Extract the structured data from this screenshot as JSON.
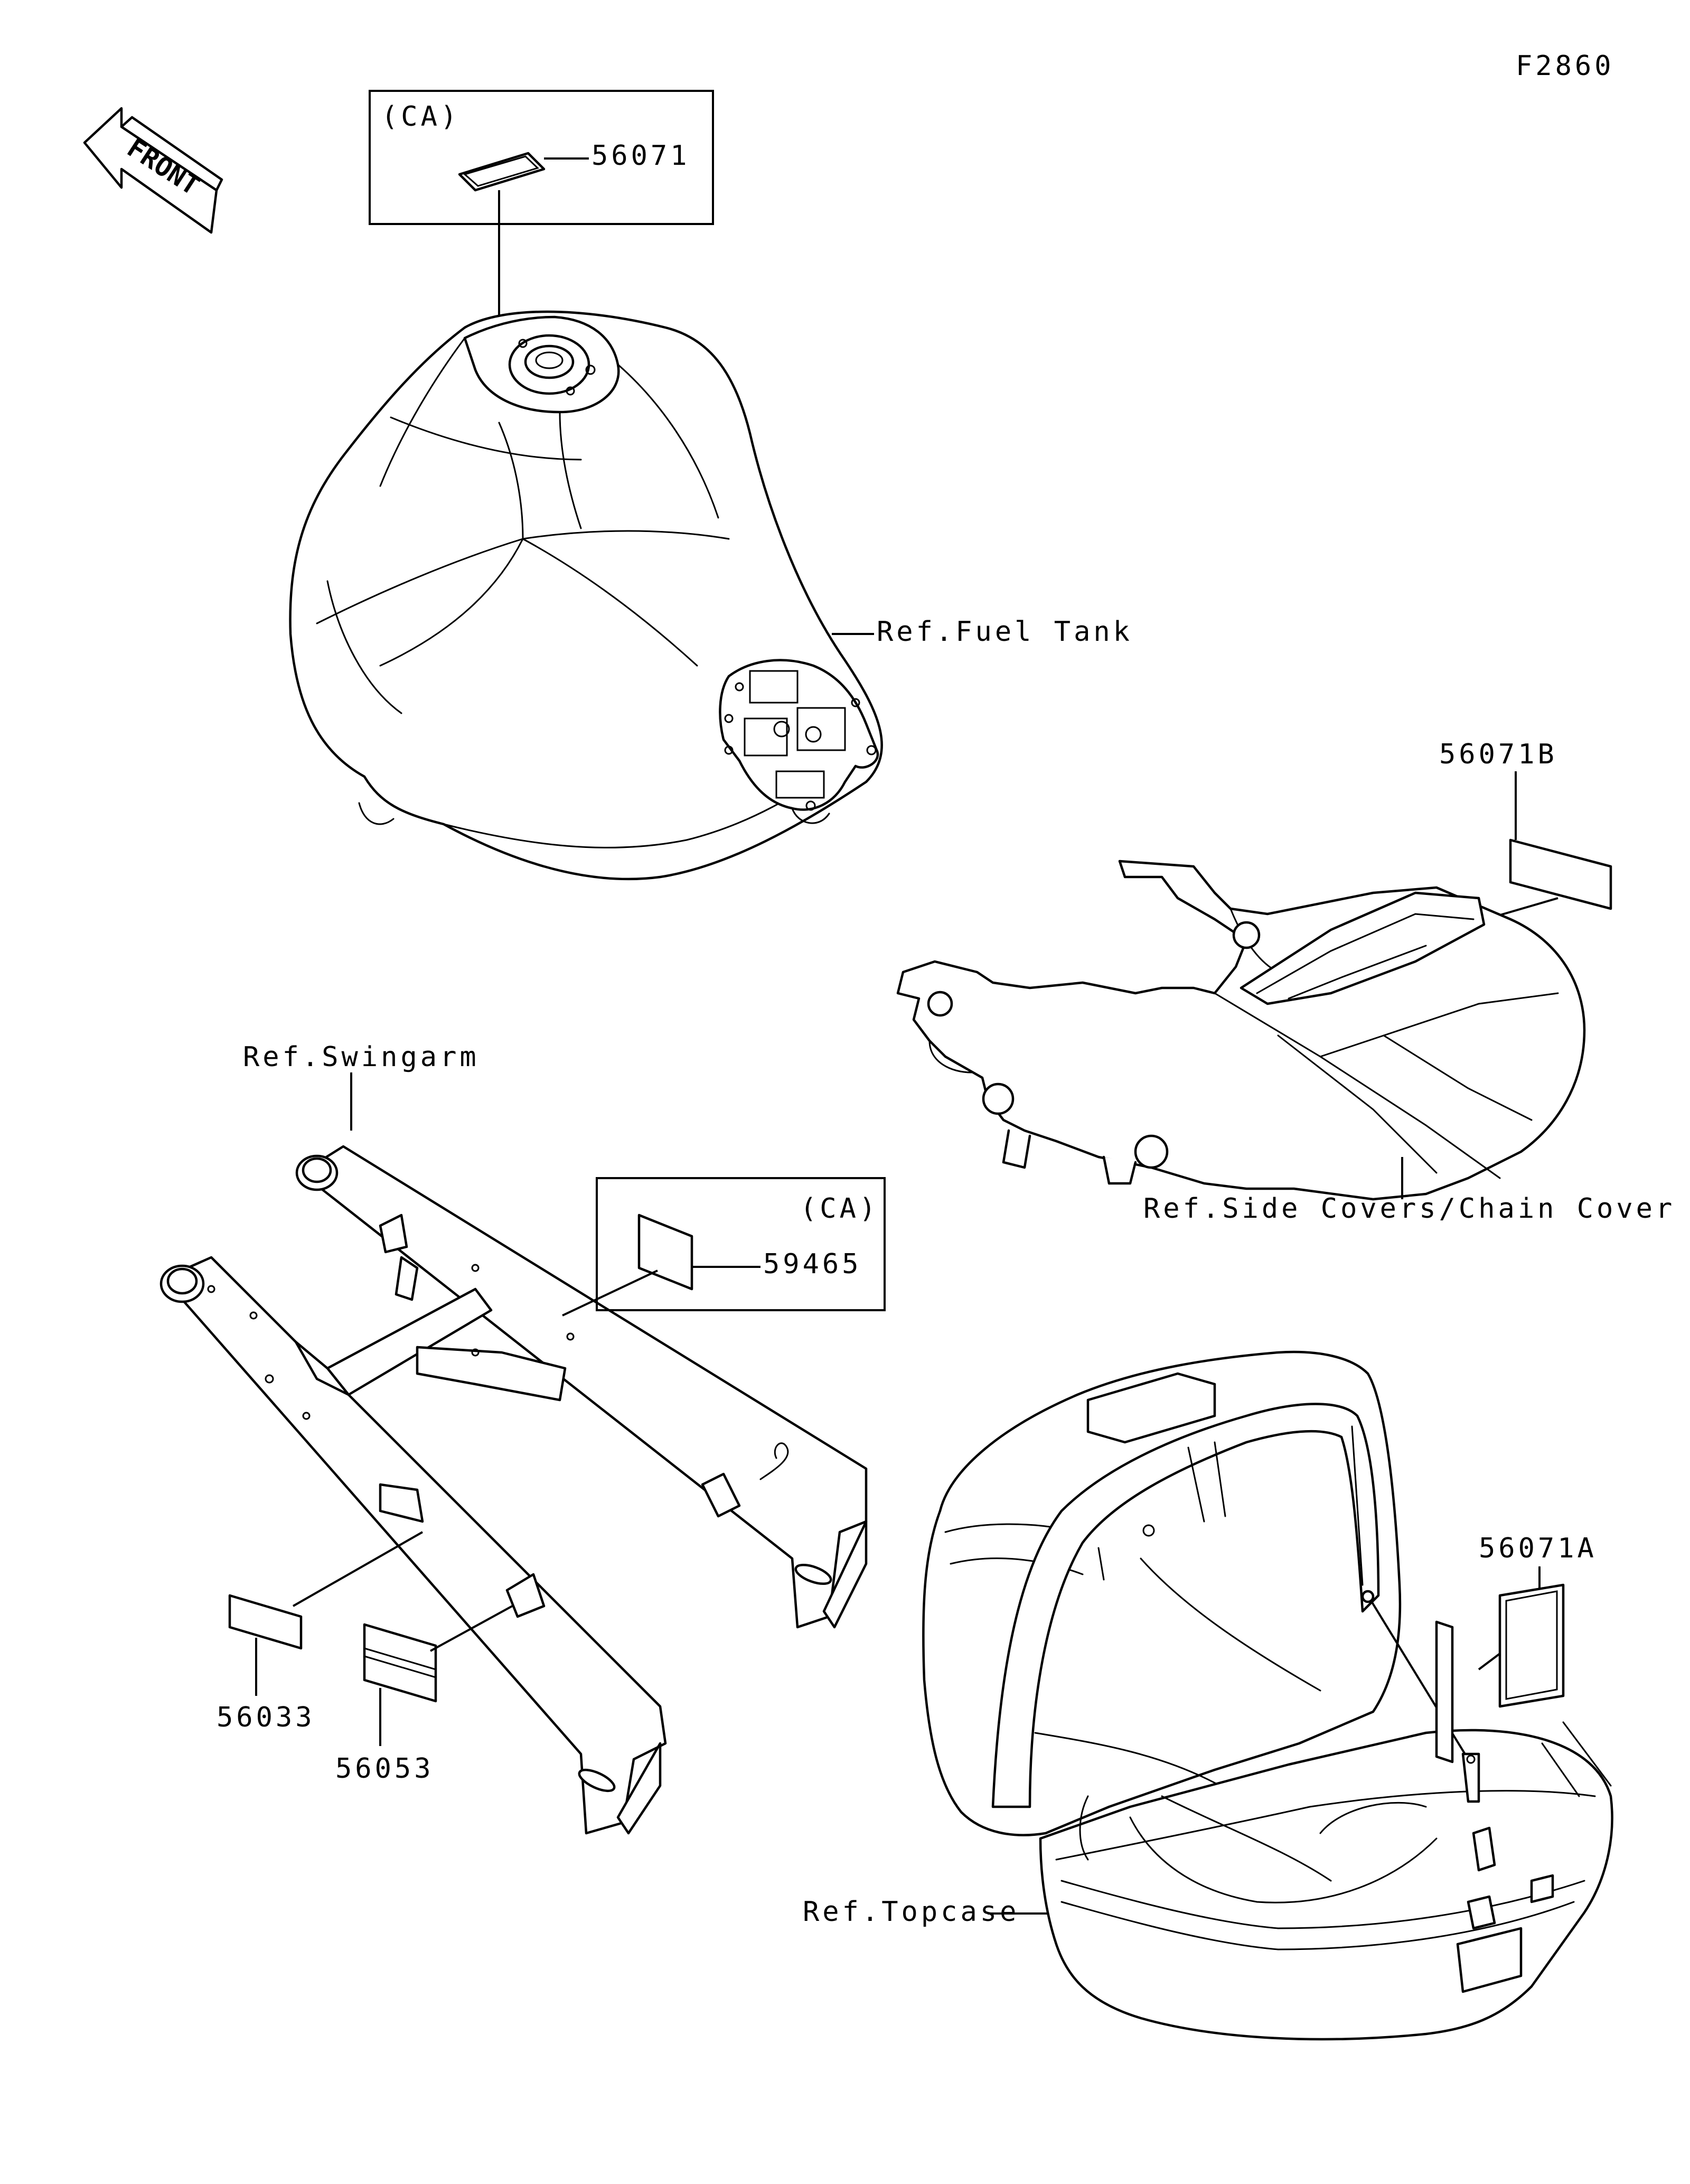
{
  "figure_id": "F2860",
  "front_label": "FRONT",
  "callouts": {
    "tank_label": "56071",
    "tank_region": "(CA)",
    "fuel_tank_ref": "Ref.Fuel Tank",
    "side_cover_label": "56071B",
    "side_covers_ref": "Ref.Side Covers/Chain Cover",
    "swingarm_ref": "Ref.Swingarm",
    "swingarm_region": "(CA)",
    "swingarm_label_ca": "59465",
    "swingarm_label_a": "56033",
    "swingarm_label_b": "56053",
    "topcase_label": "56071A",
    "topcase_ref": "Ref.Topcase"
  }
}
